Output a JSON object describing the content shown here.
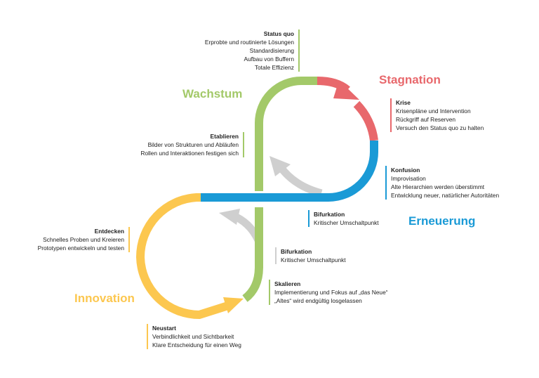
{
  "colors": {
    "green": "#a3c969",
    "red": "#e8686c",
    "blue": "#1a9ad6",
    "yellow": "#fcc74f",
    "gray": "#cfcfcf"
  },
  "phases": {
    "wachstum": "Wachstum",
    "stagnation": "Stagnation",
    "erneuerung": "Erneuerung",
    "innovation": "Innovation"
  },
  "notes": {
    "status_quo": {
      "title": "Status quo",
      "lines": [
        "Erprobte und routinierte Lösungen",
        "Standardisierung",
        "Aufbau von Buffern",
        "Totale Effizienz"
      ]
    },
    "etablieren": {
      "title": "Etablieren",
      "lines": [
        "Bilder von Strukturen und Abläufen",
        "Rollen und Interaktionen festigen sich"
      ]
    },
    "krise": {
      "title": "Krise",
      "lines": [
        "Krisenpläne und Intervention",
        "Rückgriff auf Reserven",
        "Versuch den Status quo zu halten"
      ]
    },
    "konfusion": {
      "title": "Konfusion",
      "lines": [
        "Improvisation",
        "Alte Hierarchien werden überstimmt",
        "Entwicklung neuer, natürlicher Autoritäten"
      ]
    },
    "bifurkation_blue": {
      "title": "Bifurkation",
      "lines": [
        "Kritischer Umschaltpunkt"
      ]
    },
    "bifurkation_green": {
      "title": "Bifurkation",
      "lines": [
        "Kritischer Umschaltpunkt"
      ]
    },
    "entdecken": {
      "title": "Entdecken",
      "lines": [
        "Schnelles Proben und Kreieren",
        "Prototypen entwickeln und testen"
      ]
    },
    "skalieren": {
      "title": "Skalieren",
      "lines": [
        "Implementierung und Fokus auf „das Neue“",
        "„Altes“ wird endgültig losgelassen"
      ]
    },
    "neustart": {
      "title": "Neustart",
      "lines": [
        "Verbindlichkeit und Sichtbarkeit",
        "Klare Entscheidung für einen Weg"
      ]
    }
  }
}
